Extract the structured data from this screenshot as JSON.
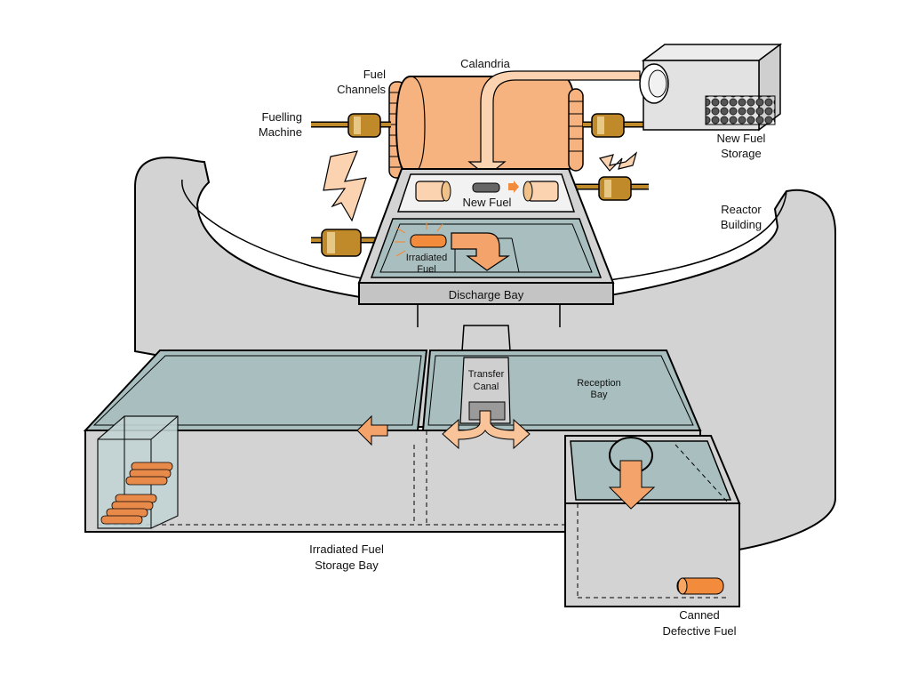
{
  "labels": {
    "calandria": "Calandria",
    "fuel_channels_1": "Fuel",
    "fuel_channels_2": "Channels",
    "fuelling_machine_1": "Fuelling",
    "fuelling_machine_2": "Machine",
    "new_fuel_storage_1": "New Fuel",
    "new_fuel_storage_2": "Storage",
    "reactor_building_1": "Reactor",
    "reactor_building_2": "Building",
    "new_fuel": "New Fuel",
    "irradiated_fuel_1": "Irradiated",
    "irradiated_fuel_2": "Fuel",
    "discharge_bay": "Discharge Bay",
    "transfer_canal_1": "Transfer",
    "transfer_canal_2": "Canal",
    "reception_bay_1": "Reception",
    "reception_bay_2": "Bay",
    "storage_bay_1": "Irradiated Fuel",
    "storage_bay_2": "Storage Bay",
    "canned_1": "Canned",
    "canned_2": "Defective Fuel"
  },
  "colors": {
    "water": "#a9bfbf",
    "concrete": "#d3d3d3",
    "concrete_dark": "#b8b8b8",
    "calandria": "#f6b27f",
    "calandria_light": "#fbd3b0",
    "fuel_orange": "#f28c3c",
    "arrow_fill": "#f9c49a",
    "machine_brown": "#c08a2a",
    "machine_light": "#e6c884"
  }
}
